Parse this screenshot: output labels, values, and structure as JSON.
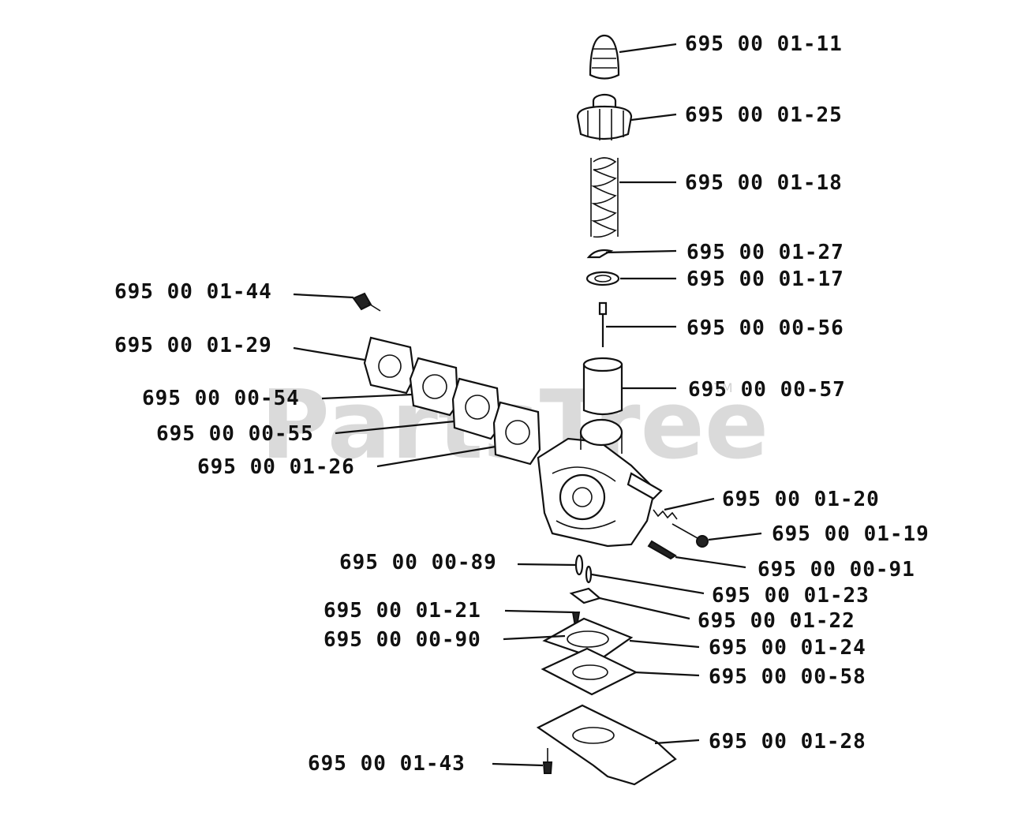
{
  "watermark": {
    "text": "PartsTree",
    "tm": "TM"
  },
  "labels": [
    "695 00 01-11",
    "695 00 01-25",
    "695 00 01-18",
    "695 00 01-27",
    "695 00 01-17",
    "695 00 00-56",
    "695 00 00-57",
    "695 00 01-44",
    "695 00 01-29",
    "695 00 00-54",
    "695 00 00-55",
    "695 00 01-26",
    "695 00 01-20",
    "695 00 01-19",
    "695 00 00-91",
    "695 00 00-89",
    "695 00 01-23",
    "695 00 01-21",
    "695 00 01-22",
    "695 00 00-90",
    "695 00 01-24",
    "695 00 00-58",
    "695 00 01-28",
    "695 00 01-43"
  ]
}
